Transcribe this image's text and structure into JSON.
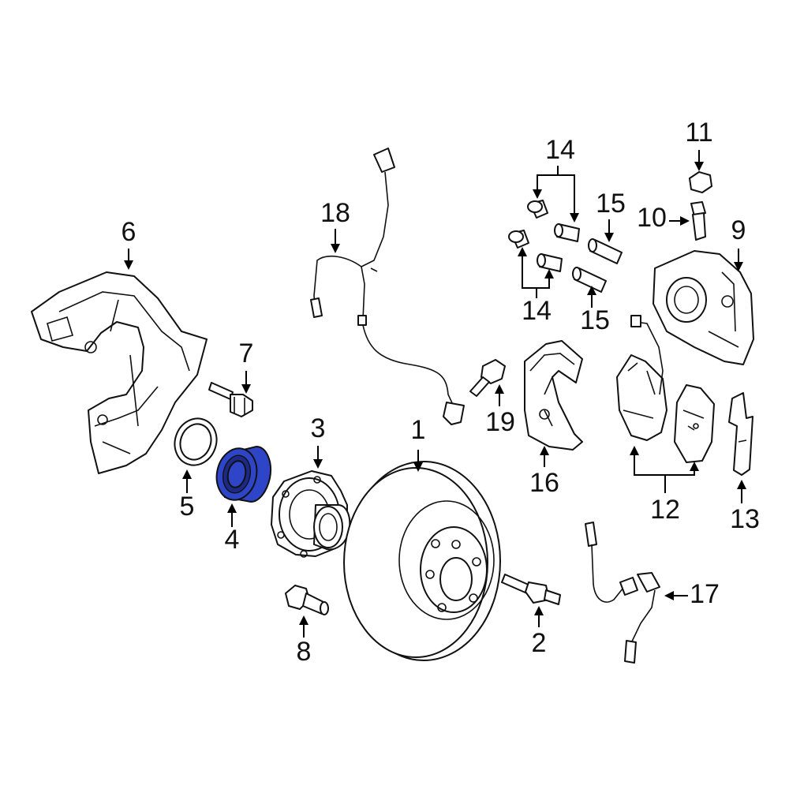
{
  "highlight_color": "#2f45c8",
  "highlighted_part": "4",
  "callouts": {
    "c1": "1",
    "c2": "2",
    "c3": "3",
    "c4": "4",
    "c5": "5",
    "c6": "6",
    "c7": "7",
    "c8": "8",
    "c9": "9",
    "c10": "10",
    "c11": "11",
    "c12": "12",
    "c13": "13",
    "c14a": "14",
    "c14b": "14",
    "c15a": "15",
    "c15b": "15",
    "c16": "16",
    "c17": "17",
    "c18": "18",
    "c19": "19"
  }
}
